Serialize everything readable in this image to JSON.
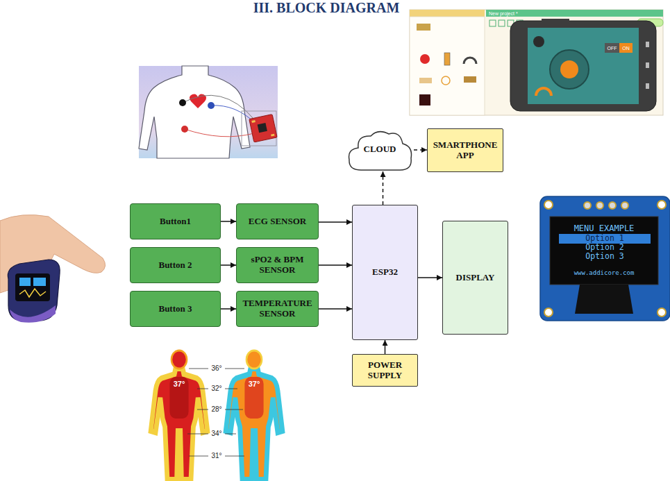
{
  "diagram": {
    "title": "III. BLOCK DIAGRAM",
    "nodes": [
      {
        "text": [
          "CLOUD"
        ]
      },
      {
        "text": [
          "SMARTPHONE APP"
        ]
      },
      {
        "text": [
          "Button1"
        ]
      },
      {
        "text": [
          "ECG SENSOR"
        ]
      },
      {
        "text": [
          "Button 2"
        ]
      },
      {
        "text": [
          "sPO2 & BPM SENSOR"
        ]
      },
      {
        "text": [
          "Button 3"
        ]
      },
      {
        "text": [
          "TEMPERATURE SENSOR"
        ]
      },
      {
        "text": [
          "ESP32"
        ]
      },
      {
        "text": [
          "DISPLAY"
        ]
      },
      {
        "text": [
          "POWER SUPPLY"
        ]
      }
    ],
    "edges": [
      {
        "from": 2,
        "to": 3,
        "arrow": "to"
      },
      {
        "from": 4,
        "to": 5,
        "arrow": "to"
      },
      {
        "from": 6,
        "to": 7,
        "arrow": "to"
      },
      {
        "from": 3,
        "to": 8,
        "arrow": "to"
      },
      {
        "from": 5,
        "to": 8,
        "arrow": "to"
      },
      {
        "from": 7,
        "to": 8,
        "arrow": "to"
      },
      {
        "from": 8,
        "to": 0,
        "arrow": "to"
      },
      {
        "from": 0,
        "to": 1,
        "arrow": "to"
      },
      {
        "from": 8,
        "to": 9,
        "arrow": "to"
      },
      {
        "from": 10,
        "to": 8,
        "arrow": "to"
      }
    ],
    "labels": [
      "MENU EXAMPLE",
      "Option 1",
      "Option 2",
      "Option 3",
      "www.addicore.com",
      "37°",
      "37°",
      "36°",
      "32°",
      "28°",
      "34°",
      "31°",
      "New project *",
      "OFF",
      "ON"
    ]
  }
}
